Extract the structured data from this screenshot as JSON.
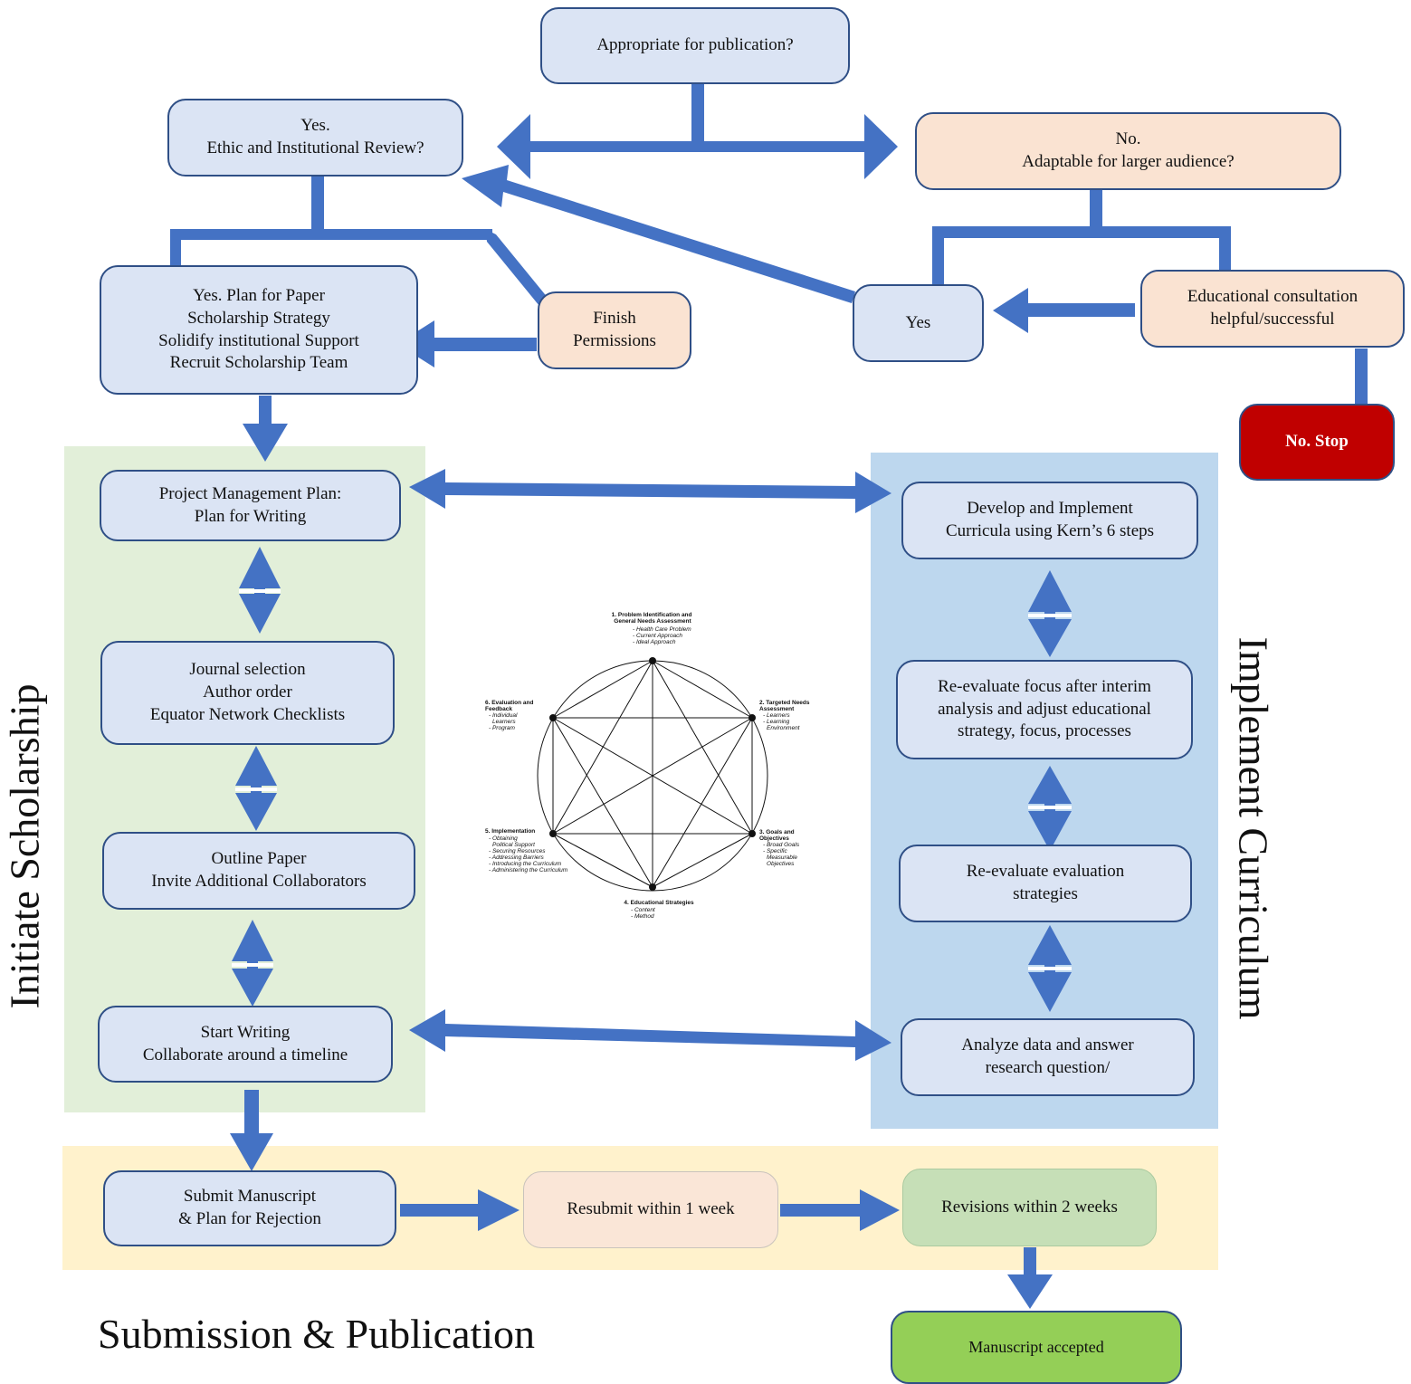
{
  "regions": {
    "scholarship_label": "Initiate Scholarship",
    "curriculum_label": "Implement Curriculum",
    "submission_label": "Submission & Publication"
  },
  "colors": {
    "arrow": "#4472c4",
    "box_blue": "#dbe4f4",
    "box_peach": "#fae3d2",
    "region_green": "#e2efd9",
    "region_blue": "#bdd7ee",
    "region_yellow": "#fff2cc",
    "stop_red": "#c00000",
    "accepted_green": "#94cf57"
  },
  "boxes": {
    "appropriate": "Appropriate for publication?",
    "yes_ethic": "Yes.\nEthic and Institutional Review?",
    "no_adaptable": "No.\nAdaptable for larger audience?",
    "yes_plan": "Yes. Plan for Paper\nScholarship Strategy\nSolidify institutional Support\nRecruit Scholarship Team",
    "finish_permissions": "Finish\nPermissions",
    "yes_small": "Yes",
    "educational_consultation": "Educational consultation\nhelpful/successful",
    "no_stop": "No.  Stop",
    "project_management": "Project Management Plan:\nPlan for Writing",
    "journal_selection": "Journal selection\nAuthor order\nEquator Network Checklists",
    "outline_paper": "Outline Paper\nInvite Additional Collaborators",
    "start_writing": "Start Writing\nCollaborate around a timeline",
    "develop_implement": "Develop and Implement\nCurricula using Kern’s 6 steps",
    "reevaluate_focus": "Re-evaluate focus after interim\nanalysis and adjust educational\nstrategy, focus, processes",
    "reevaluate_evaluation": "Re-evaluate evaluation\nstrategies",
    "analyze_data": "Analyze data and answer\nresearch question/",
    "submit_manuscript": "Submit Manuscript\n& Plan for Rejection",
    "resubmit": "Resubmit within 1 week",
    "revisions": "Revisions within 2 weeks",
    "accepted": "Manuscript accepted"
  },
  "kern": {
    "step1_title": "1. Problem Identification and\nGeneral Needs Assessment",
    "step1_items": [
      "- Health Care Problem",
      "- Current Approach",
      "- Ideal Approach"
    ],
    "step2_title": "2. Targeted Needs\nAssessment",
    "step2_items": [
      "- Learners",
      "- Learning",
      "Environment"
    ],
    "step3_title": "3. Goals and\nObjectives",
    "step3_items": [
      "- Broad Goals",
      "- Specific",
      "Measurable",
      "Objectives"
    ],
    "step4_title": "4. Educational Strategies",
    "step4_items": [
      "- Content",
      "- Method"
    ],
    "step5_title": "5. Implementation",
    "step5_items": [
      "- Obtaining",
      "Political Support",
      "- Securing Resources",
      "- Addressing Barriers",
      "- Introducing the Curriculum",
      "- Administering the Curriculum"
    ],
    "step6_title": "6. Evaluation and\nFeedback",
    "step6_items": [
      "- Individual",
      "Learners",
      "- Program"
    ]
  }
}
